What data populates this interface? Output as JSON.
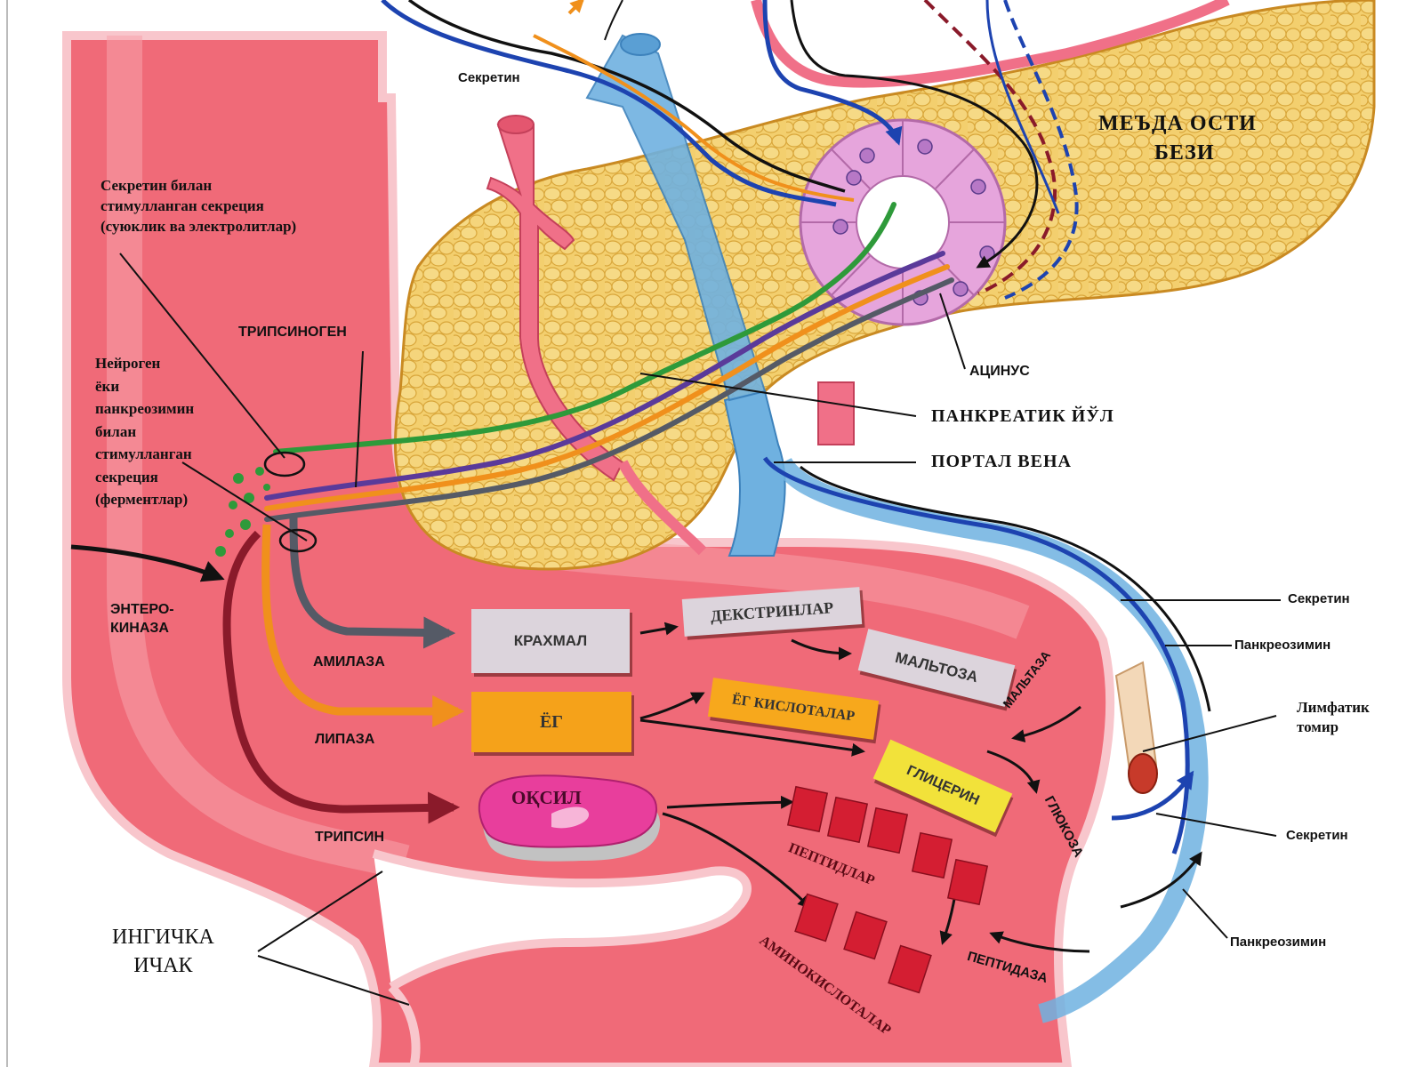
{
  "title": "МЕЪДА ОСТИ БЕЗИ",
  "title_lines": [
    "МЕЪДА ОСТИ",
    "БЕЗИ"
  ],
  "labels": {
    "secretin_top": "Секретин",
    "secretin_stim": "Секретин билан\nстимулланган секреция\n(суюклик ва электролитлар)",
    "trypsinogen": "ТРИПСИНОГЕН",
    "neuro": "Нейроген\nёки\nпанкреозимин\nбилан\nстимулланган\nсекреция\n(ферментлар)",
    "enterokinase": "ЭНТЕРО-\nКИНАЗА",
    "amylase": "АМИЛАЗА",
    "lipase": "ЛИПАЗА",
    "trypsin": "ТРИПСИН",
    "acinus": "АЦИНУС",
    "pancreatic_duct": "ПАНКРЕАТИК ЙЎЛ",
    "portal_vein": "ПОРТАЛ ВЕНА",
    "secretin_r1": "Секретин",
    "pancreozymin_r1": "Панкреозимин",
    "lymph": "Лимфатик\nтомир",
    "secretin_r2": "Секретин",
    "pancreozymin_r2": "Панкреозимин",
    "small_intestine": "ИНГИЧКА\nИЧАК",
    "maltase": "МАЛЬТАЗА",
    "glucose": "ГЛЮКОЗА",
    "peptidase": "ПЕПТИДАЗА",
    "peptides": "ПЕПТИДЛАР",
    "amino_acids": "АМИНОКИСЛОТАЛАР"
  },
  "boxes": {
    "starch": "КРАХМАЛ",
    "dextrins": "ДЕКСТРИНЛАР",
    "maltose": "МАЛЬТОЗА",
    "fat": "ЁГ",
    "fatty_acids": "ЁГ КИСЛОТАЛАР",
    "glycerin": "ГЛИЦЕРИН",
    "protein": "ОҚСИЛ"
  },
  "colors": {
    "intestine": "#f06a78",
    "intestine_light": "#f7a3ab",
    "pancreas": "#f3cf6e",
    "pancreas_dark": "#d9a63a",
    "vein": "#6fb1e0",
    "artery": "#f07088",
    "acinus": "#e6a5dc",
    "duct_green": "#2e9a3a",
    "duct_purple": "#5a3a9a",
    "duct_orange": "#f0901c",
    "duct_grey": "#555a66",
    "nerve_blue": "#1d43b0",
    "fat_box": "#f5a21a",
    "fatty_box": "#f7a81c",
    "glycerin_box": "#f2e23a",
    "grey_box": "#dcd4dc",
    "protein": "#e83e9c",
    "peptide": "#d41e32"
  }
}
